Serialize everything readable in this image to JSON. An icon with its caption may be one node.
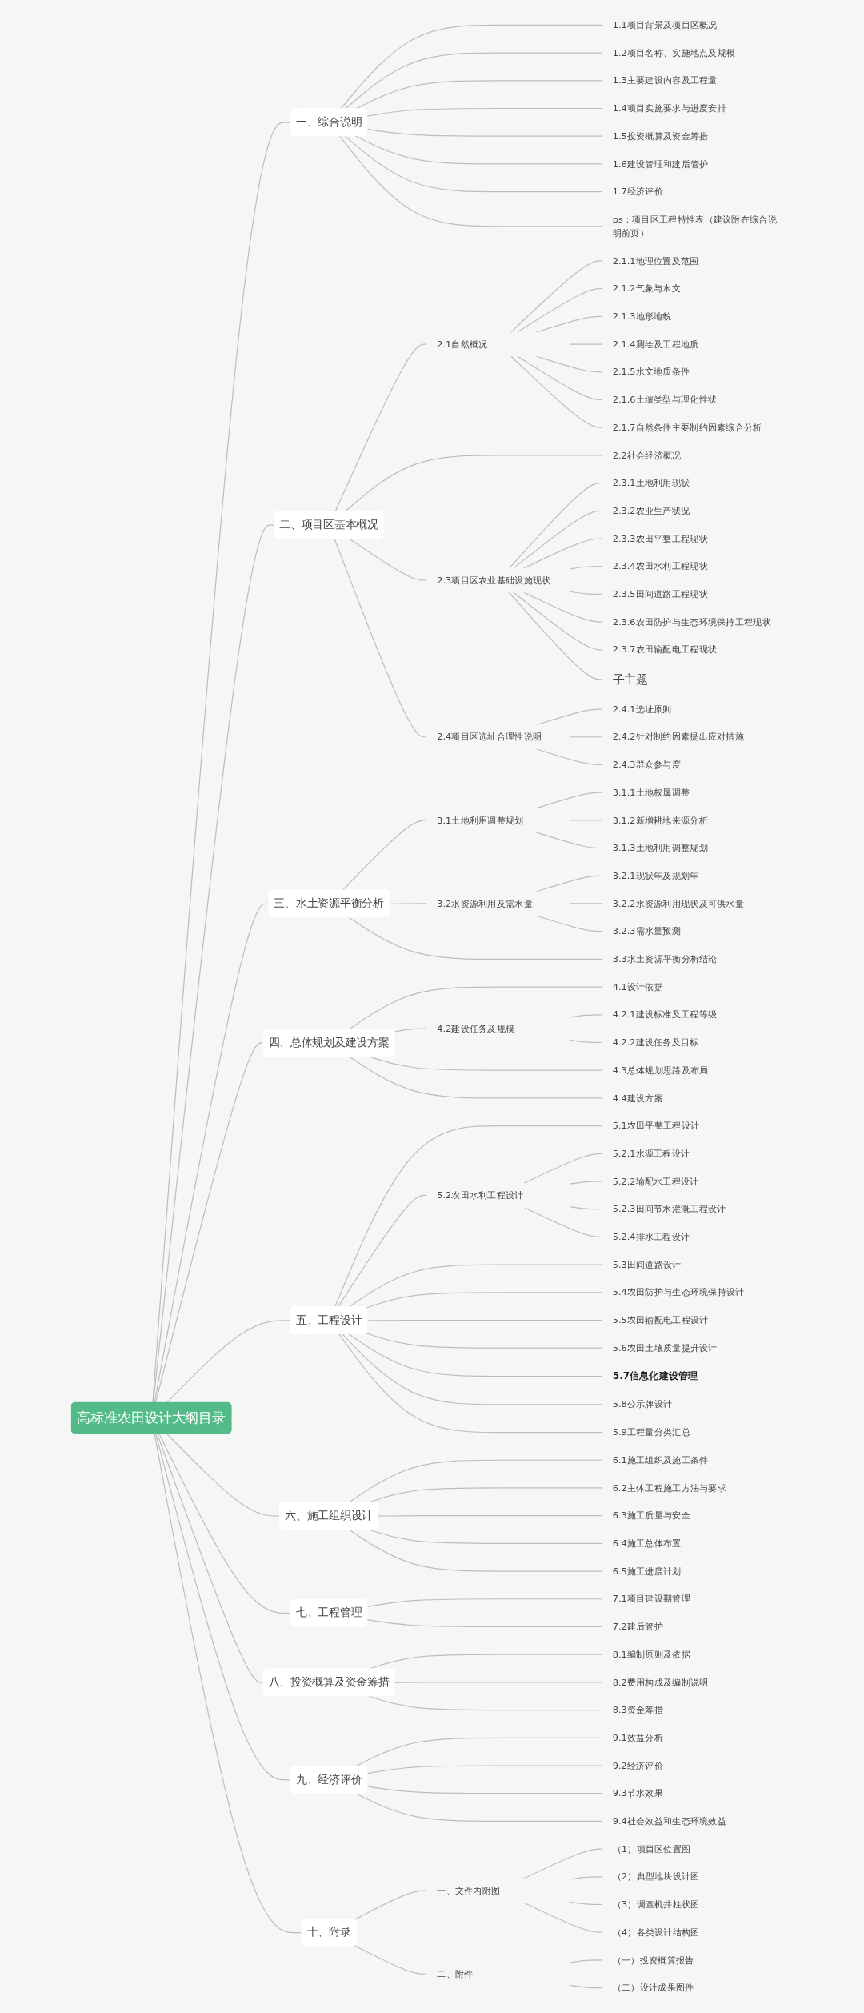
{
  "diagram": {
    "nodes": [
      {
        "text": [
          "高标准农田设计大纲目录"
        ]
      },
      {
        "text": [
          "一、综合说明"
        ]
      },
      {
        "text": [
          "1.1项目背景及项目区概况"
        ]
      },
      {
        "text": [
          "1.2项目名称、实施地点及规模"
        ]
      },
      {
        "text": [
          "1.3主要建设内容及工程量"
        ]
      },
      {
        "text": [
          "1.4项目实施要求与进度安排"
        ]
      },
      {
        "text": [
          "1.5投资概算及资金筹措"
        ]
      },
      {
        "text": [
          "1.6建设管理和建后管护"
        ]
      },
      {
        "text": [
          "1.7经济评价"
        ]
      },
      {
        "text": [
          "ps：项目区工程特性表（建议附在综合说明前页）"
        ]
      },
      {
        "text": [
          "二、项目区基本概况"
        ]
      },
      {
        "text": [
          "2.1自然概况"
        ]
      },
      {
        "text": [
          "2.1.1地理位置及范围"
        ]
      },
      {
        "text": [
          "2.1.2气象与水文"
        ]
      },
      {
        "text": [
          "2.1.3地形地貌"
        ]
      },
      {
        "text": [
          "2.1.4测绘及工程地质"
        ]
      },
      {
        "text": [
          "2.1.5水文地质条件"
        ]
      },
      {
        "text": [
          "2.1.6土壤类型与理化性状"
        ]
      },
      {
        "text": [
          "2.1.7自然条件主要制约因素综合分析"
        ]
      },
      {
        "text": [
          "2.2社会经济概况"
        ]
      },
      {
        "text": [
          "2.3项目区农业基础设施现状"
        ]
      },
      {
        "text": [
          "2.3.1土地利用现状"
        ]
      },
      {
        "text": [
          "2.3.2农业生产状况"
        ]
      },
      {
        "text": [
          "2.3.3农田平整工程现状"
        ]
      },
      {
        "text": [
          "2.3.4农田水利工程现状"
        ]
      },
      {
        "text": [
          "2.3.5田间道路工程现状"
        ]
      },
      {
        "text": [
          "2.3.6农田防护与生态环境保持工程现状"
        ]
      },
      {
        "text": [
          "2.3.7农田输配电工程现状"
        ]
      },
      {
        "text": [
          "子主题"
        ]
      },
      {
        "text": [
          "2.4项目区选址合理性说明"
        ]
      },
      {
        "text": [
          "2.4.1选址原则"
        ]
      },
      {
        "text": [
          "2.4.2针对制约因素提出应对措施"
        ]
      },
      {
        "text": [
          "2.4.3群众参与度"
        ]
      },
      {
        "text": [
          "三、水土资源平衡分析"
        ]
      },
      {
        "text": [
          "3.1土地利用调整规划"
        ]
      },
      {
        "text": [
          "3.1.1土地权属调整"
        ]
      },
      {
        "text": [
          "3.1.2新增耕地来源分析"
        ]
      },
      {
        "text": [
          "3.1.3土地利用调整规划"
        ]
      },
      {
        "text": [
          "3.2水资源利用及需水量"
        ]
      },
      {
        "text": [
          "3.2.1现状年及规划年"
        ]
      },
      {
        "text": [
          "3.2.2水资源利用现状及可供水量"
        ]
      },
      {
        "text": [
          "3.2.3需水量预测"
        ]
      },
      {
        "text": [
          "3.3水土资源平衡分析结论"
        ]
      },
      {
        "text": [
          "四、总体规划及建设方案"
        ]
      },
      {
        "text": [
          "4.1设计依据"
        ]
      },
      {
        "text": [
          "4.2建设任务及规模"
        ]
      },
      {
        "text": [
          "4.2.1建设标准及工程等级"
        ]
      },
      {
        "text": [
          "4.2.2建设任务及目标"
        ]
      },
      {
        "text": [
          "4.3总体规划思路及布局"
        ]
      },
      {
        "text": [
          "4.4建设方案"
        ]
      },
      {
        "text": [
          "五、工程设计"
        ]
      },
      {
        "text": [
          "5.1农田平整工程设计"
        ]
      },
      {
        "text": [
          "5.2农田水利工程设计"
        ]
      },
      {
        "text": [
          "5.2.1水源工程设计"
        ]
      },
      {
        "text": [
          "5.2.2输配水工程设计"
        ]
      },
      {
        "text": [
          "5.2.3田间节水灌溉工程设计"
        ]
      },
      {
        "text": [
          "5.2.4排水工程设计"
        ]
      },
      {
        "text": [
          "5.3田间道路设计"
        ]
      },
      {
        "text": [
          "5.4农田防护与生态环境保持设计"
        ]
      },
      {
        "text": [
          "5.5农田输配电工程设计"
        ]
      },
      {
        "text": [
          "5.6农田土壤质量提升设计"
        ]
      },
      {
        "text": [
          "5.7信息化建设管理"
        ]
      },
      {
        "text": [
          "5.8公示牌设计"
        ]
      },
      {
        "text": [
          "5.9工程量分类汇总"
        ]
      },
      {
        "text": [
          "六、施工组织设计"
        ]
      },
      {
        "text": [
          "6.1施工组织及施工条件"
        ]
      },
      {
        "text": [
          "6.2主体工程施工方法与要求"
        ]
      },
      {
        "text": [
          "6.3施工质量与安全"
        ]
      },
      {
        "text": [
          "6.4施工总体布置"
        ]
      },
      {
        "text": [
          "6.5施工进度计划"
        ]
      },
      {
        "text": [
          "七、工程管理"
        ]
      },
      {
        "text": [
          "7.1项目建设期管理"
        ]
      },
      {
        "text": [
          "7.2建后管护"
        ]
      },
      {
        "text": [
          "八、投资概算及资金筹措"
        ]
      },
      {
        "text": [
          "8.1编制原则及依据"
        ]
      },
      {
        "text": [
          "8.2费用构成及编制说明"
        ]
      },
      {
        "text": [
          "8.3资金筹措"
        ]
      },
      {
        "text": [
          "九、经济评价"
        ]
      },
      {
        "text": [
          "9.1效益分析"
        ]
      },
      {
        "text": [
          "9.2经济评价"
        ]
      },
      {
        "text": [
          "9.3节水效果"
        ]
      },
      {
        "text": [
          "9.4社会效益和生态环境效益"
        ]
      },
      {
        "text": [
          "十、附录"
        ]
      },
      {
        "text": [
          "一、文件内附图"
        ]
      },
      {
        "text": [
          "（1）项目区位置图"
        ]
      },
      {
        "text": [
          "（2）典型地块设计图"
        ]
      },
      {
        "text": [
          "（3）调查机井柱状图"
        ]
      },
      {
        "text": [
          "（4）各类设计结构图"
        ]
      },
      {
        "text": [
          "二、附件"
        ]
      },
      {
        "text": [
          "（一）投资概算报告"
        ]
      },
      {
        "text": [
          "（二）设计成果图件"
        ]
      }
    ],
    "edges": [
      {
        "from": 0,
        "to": 1,
        "arrow": "none"
      },
      {
        "from": 1,
        "to": 2,
        "arrow": "none"
      },
      {
        "from": 1,
        "to": 3,
        "arrow": "none"
      },
      {
        "from": 1,
        "to": 4,
        "arrow": "none"
      },
      {
        "from": 1,
        "to": 5,
        "arrow": "none"
      },
      {
        "from": 1,
        "to": 6,
        "arrow": "none"
      },
      {
        "from": 1,
        "to": 7,
        "arrow": "none"
      },
      {
        "from": 1,
        "to": 8,
        "arrow": "none"
      },
      {
        "from": 1,
        "to": 9,
        "arrow": "none"
      },
      {
        "from": 0,
        "to": 10,
        "arrow": "none"
      },
      {
        "from": 10,
        "to": 11,
        "arrow": "none"
      },
      {
        "from": 11,
        "to": 12,
        "arrow": "none"
      },
      {
        "from": 11,
        "to": 13,
        "arrow": "none"
      },
      {
        "from": 11,
        "to": 14,
        "arrow": "none"
      },
      {
        "from": 11,
        "to": 15,
        "arrow": "none"
      },
      {
        "from": 11,
        "to": 16,
        "arrow": "none"
      },
      {
        "from": 11,
        "to": 17,
        "arrow": "none"
      },
      {
        "from": 11,
        "to": 18,
        "arrow": "none"
      },
      {
        "from": 10,
        "to": 19,
        "arrow": "none"
      },
      {
        "from": 10,
        "to": 20,
        "arrow": "none"
      },
      {
        "from": 20,
        "to": 21,
        "arrow": "none"
      },
      {
        "from": 20,
        "to": 22,
        "arrow": "none"
      },
      {
        "from": 20,
        "to": 23,
        "arrow": "none"
      },
      {
        "from": 20,
        "to": 24,
        "arrow": "none"
      },
      {
        "from": 20,
        "to": 25,
        "arrow": "none"
      },
      {
        "from": 20,
        "to": 26,
        "arrow": "none"
      },
      {
        "from": 20,
        "to": 27,
        "arrow": "none"
      },
      {
        "from": 20,
        "to": 28,
        "arrow": "none"
      },
      {
        "from": 10,
        "to": 29,
        "arrow": "none"
      },
      {
        "from": 29,
        "to": 30,
        "arrow": "none"
      },
      {
        "from": 29,
        "to": 31,
        "arrow": "none"
      },
      {
        "from": 29,
        "to": 32,
        "arrow": "none"
      },
      {
        "from": 0,
        "to": 33,
        "arrow": "none"
      },
      {
        "from": 33,
        "to": 34,
        "arrow": "none"
      },
      {
        "from": 34,
        "to": 35,
        "arrow": "none"
      },
      {
        "from": 34,
        "to": 36,
        "arrow": "none"
      },
      {
        "from": 34,
        "to": 37,
        "arrow": "none"
      },
      {
        "from": 33,
        "to": 38,
        "arrow": "none"
      },
      {
        "from": 38,
        "to": 39,
        "arrow": "none"
      },
      {
        "from": 38,
        "to": 40,
        "arrow": "none"
      },
      {
        "from": 38,
        "to": 41,
        "arrow": "none"
      },
      {
        "from": 33,
        "to": 42,
        "arrow": "none"
      },
      {
        "from": 0,
        "to": 43,
        "arrow": "none"
      },
      {
        "from": 43,
        "to": 44,
        "arrow": "none"
      },
      {
        "from": 43,
        "to": 45,
        "arrow": "none"
      },
      {
        "from": 45,
        "to": 46,
        "arrow": "none"
      },
      {
        "from": 45,
        "to": 47,
        "arrow": "none"
      },
      {
        "from": 43,
        "to": 48,
        "arrow": "none"
      },
      {
        "from": 43,
        "to": 49,
        "arrow": "none"
      },
      {
        "from": 0,
        "to": 50,
        "arrow": "none"
      },
      {
        "from": 50,
        "to": 51,
        "arrow": "none"
      },
      {
        "from": 50,
        "to": 52,
        "arrow": "none"
      },
      {
        "from": 52,
        "to": 53,
        "arrow": "none"
      },
      {
        "from": 52,
        "to": 54,
        "arrow": "none"
      },
      {
        "from": 52,
        "to": 55,
        "arrow": "none"
      },
      {
        "from": 52,
        "to": 56,
        "arrow": "none"
      },
      {
        "from": 50,
        "to": 57,
        "arrow": "none"
      },
      {
        "from": 50,
        "to": 58,
        "arrow": "none"
      },
      {
        "from": 50,
        "to": 59,
        "arrow": "none"
      },
      {
        "from": 50,
        "to": 60,
        "arrow": "none"
      },
      {
        "from": 50,
        "to": 61,
        "arrow": "none"
      },
      {
        "from": 50,
        "to": 62,
        "arrow": "none"
      },
      {
        "from": 50,
        "to": 63,
        "arrow": "none"
      },
      {
        "from": 0,
        "to": 64,
        "arrow": "none"
      },
      {
        "from": 64,
        "to": 65,
        "arrow": "none"
      },
      {
        "from": 64,
        "to": 66,
        "arrow": "none"
      },
      {
        "from": 64,
        "to": 67,
        "arrow": "none"
      },
      {
        "from": 64,
        "to": 68,
        "arrow": "none"
      },
      {
        "from": 64,
        "to": 69,
        "arrow": "none"
      },
      {
        "from": 0,
        "to": 70,
        "arrow": "none"
      },
      {
        "from": 70,
        "to": 71,
        "arrow": "none"
      },
      {
        "from": 70,
        "to": 72,
        "arrow": "none"
      },
      {
        "from": 0,
        "to": 73,
        "arrow": "none"
      },
      {
        "from": 73,
        "to": 74,
        "arrow": "none"
      },
      {
        "from": 73,
        "to": 75,
        "arrow": "none"
      },
      {
        "from": 73,
        "to": 76,
        "arrow": "none"
      },
      {
        "from": 0,
        "to": 77,
        "arrow": "none"
      },
      {
        "from": 77,
        "to": 78,
        "arrow": "none"
      },
      {
        "from": 77,
        "to": 79,
        "arrow": "none"
      },
      {
        "from": 77,
        "to": 80,
        "arrow": "none"
      },
      {
        "from": 77,
        "to": 81,
        "arrow": "none"
      },
      {
        "from": 0,
        "to": 82,
        "arrow": "none"
      },
      {
        "from": 82,
        "to": 83,
        "arrow": "none"
      },
      {
        "from": 83,
        "to": 84,
        "arrow": "none"
      },
      {
        "from": 83,
        "to": 85,
        "arrow": "none"
      },
      {
        "from": 83,
        "to": 86,
        "arrow": "none"
      },
      {
        "from": 83,
        "to": 87,
        "arrow": "none"
      },
      {
        "from": 82,
        "to": 88,
        "arrow": "none"
      },
      {
        "from": 88,
        "to": 89,
        "arrow": "none"
      },
      {
        "from": 88,
        "to": 90,
        "arrow": "none"
      }
    ]
  }
}
